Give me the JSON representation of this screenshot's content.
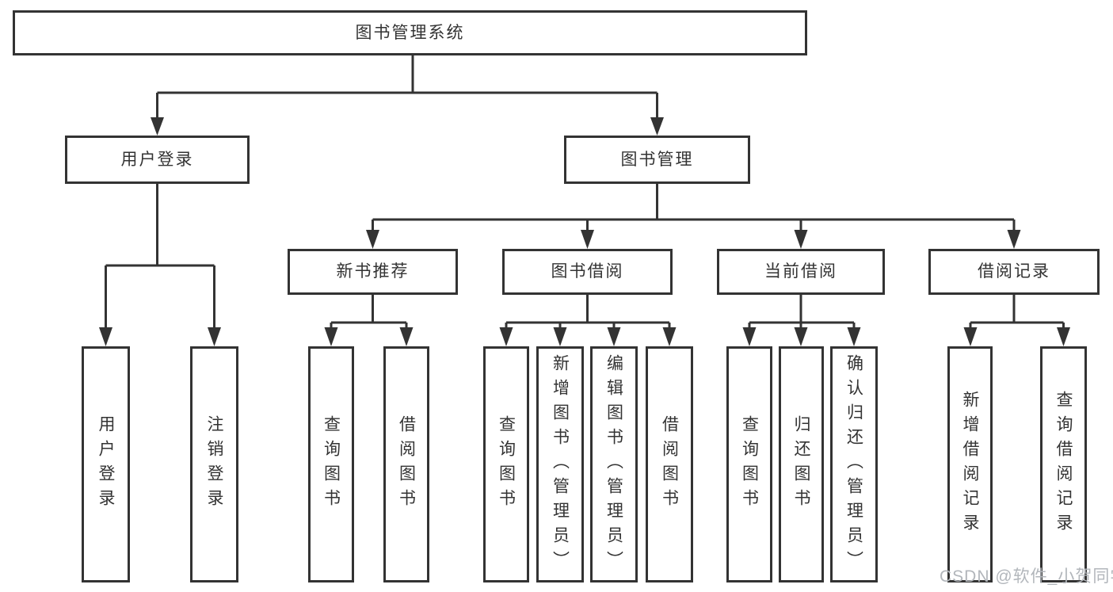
{
  "diagram": {
    "kind": "functional-structure-tree",
    "tree": {
      "root": {
        "label": "图书管理系统",
        "children": [
          {
            "label": "用户登录",
            "children": [
              {
                "label": "用户登录"
              },
              {
                "label": "注销登录"
              }
            ]
          },
          {
            "label": "图书管理",
            "children": [
              {
                "label": "新书推荐",
                "children": [
                  {
                    "label": "查询图书"
                  },
                  {
                    "label": "借阅图书"
                  }
                ]
              },
              {
                "label": "图书借阅",
                "children": [
                  {
                    "label": "查询图书"
                  },
                  {
                    "label": "新增图书（管理员）"
                  },
                  {
                    "label": "编辑图书（管理员）"
                  },
                  {
                    "label": "借阅图书"
                  }
                ]
              },
              {
                "label": "当前借阅",
                "children": [
                  {
                    "label": "查询图书"
                  },
                  {
                    "label": "归还图书"
                  },
                  {
                    "label": "确认归还（管理员）"
                  }
                ]
              },
              {
                "label": "借阅记录",
                "children": [
                  {
                    "label": "新增借阅记录"
                  },
                  {
                    "label": "查询借阅记录"
                  }
                ]
              }
            ]
          }
        ]
      }
    }
  },
  "watermark": {
    "text": "CSDN @软件_小贺同学"
  },
  "colors": {
    "line": "#333333",
    "text": "#333333",
    "watermark": "#b2b6bb",
    "background": "#ffffff"
  }
}
